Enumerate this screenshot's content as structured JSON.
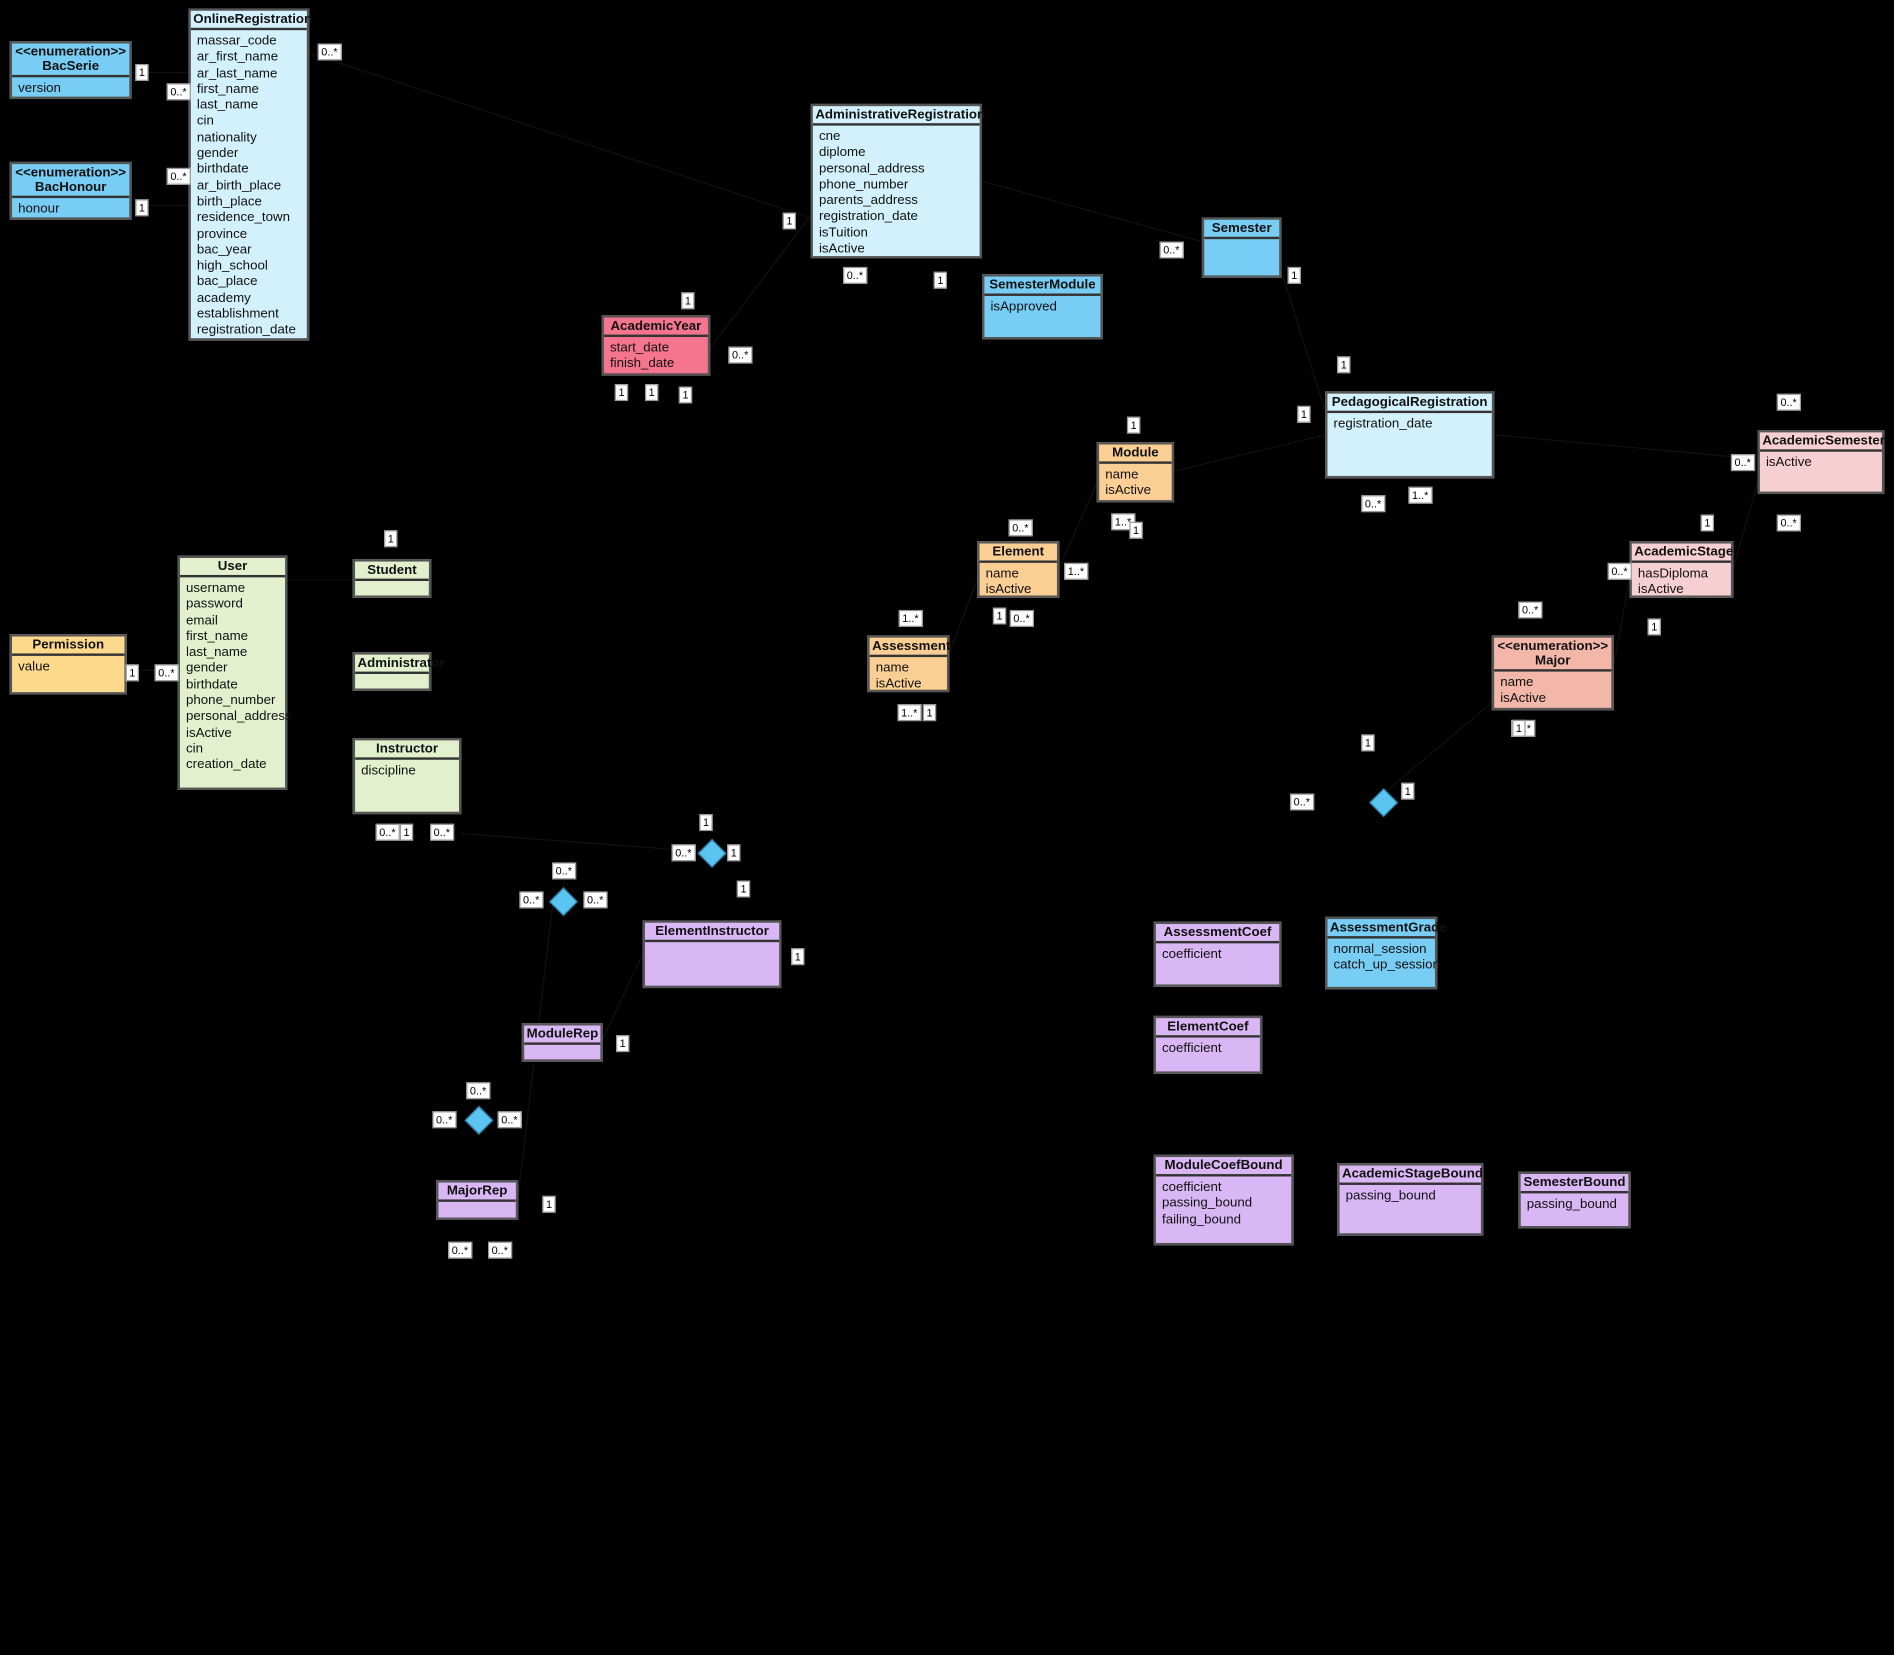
{
  "colors": {
    "blue": "#77cdf4",
    "lightblue": "#d3f1fd",
    "pink": "#f4758d",
    "orange": "#fbcf94",
    "salmon": "#f2b7a8",
    "lightpink": "#f6cfd2",
    "green": "#e3f0cd",
    "yellow": "#fdd98b",
    "purple": "#d9b7f5",
    "diamond": "#5bc4f0",
    "background": "#000000"
  },
  "classes": [
    {
      "key": "bacserie",
      "title": "<<enumeration>>\nBacSerie",
      "attributes": [
        "version"
      ]
    },
    {
      "key": "bachonour",
      "title": "<<enumeration>>\nBacHonour",
      "attributes": [
        "honour"
      ]
    },
    {
      "key": "onlinereg",
      "title": "OnlineRegistration",
      "attributes": [
        "massar_code",
        "ar_first_name",
        "ar_last_name",
        "first_name",
        "last_name",
        "cin",
        "nationality",
        "gender",
        "birthdate",
        "ar_birth_place",
        "birth_place",
        "residence_town",
        "province",
        "bac_year",
        "high_school",
        "bac_place",
        "academy",
        "establishment",
        "registration_date"
      ]
    },
    {
      "key": "academicyear",
      "title": "AcademicYear",
      "attributes": [
        "start_date",
        "finish_date"
      ]
    },
    {
      "key": "adminreg",
      "title": "AdministrativeRegistration",
      "attributes": [
        "cne",
        "diplome",
        "personal_address",
        "phone_number",
        "parents_address",
        "registration_date",
        "isTuition",
        "isActive"
      ]
    },
    {
      "key": "semestermodule",
      "title": "SemesterModule",
      "attributes": [
        "isApproved"
      ]
    },
    {
      "key": "semester",
      "title": "Semester",
      "attributes": []
    },
    {
      "key": "pedareg",
      "title": "PedagogicalRegistration",
      "attributes": [
        "registration_date"
      ]
    },
    {
      "key": "academicsemester",
      "title": "AcademicSemester",
      "attributes": [
        "isActive"
      ]
    },
    {
      "key": "module",
      "title": "Module",
      "attributes": [
        "name",
        "isActive"
      ]
    },
    {
      "key": "element",
      "title": "Element",
      "attributes": [
        "name",
        "isActive"
      ]
    },
    {
      "key": "assessment",
      "title": "Assessment",
      "attributes": [
        "name",
        "isActive"
      ]
    },
    {
      "key": "academicstage",
      "title": "AcademicStage",
      "attributes": [
        "hasDiploma",
        "isActive"
      ]
    },
    {
      "key": "major",
      "title": "<<enumeration>>\nMajor",
      "attributes": [
        "name",
        "isActive"
      ]
    },
    {
      "key": "user",
      "title": "User",
      "attributes": [
        "username",
        "password",
        "email",
        "first_name",
        "last_name",
        "gender",
        "birthdate",
        "phone_number",
        "personal_address",
        "isActive",
        "cin",
        "creation_date"
      ]
    },
    {
      "key": "permission",
      "title": "Permission",
      "attributes": [
        "value"
      ]
    },
    {
      "key": "student",
      "title": "Student",
      "attributes": []
    },
    {
      "key": "administrator",
      "title": "Administrator",
      "attributes": []
    },
    {
      "key": "instructor",
      "title": "Instructor",
      "attributes": [
        "discipline"
      ]
    },
    {
      "key": "elementinstructor",
      "title": "ElementInstructor",
      "attributes": []
    },
    {
      "key": "modulerep",
      "title": "ModuleRep",
      "attributes": []
    },
    {
      "key": "majorrep",
      "title": "MajorRep",
      "attributes": []
    },
    {
      "key": "assessmentcoef",
      "title": "AssessmentCoef",
      "attributes": [
        "coefficient"
      ]
    },
    {
      "key": "assessmentgrade",
      "title": "AssessmentGrade",
      "attributes": [
        "normal_session",
        "catch_up_session"
      ]
    },
    {
      "key": "elementcoef",
      "title": "ElementCoef",
      "attributes": [
        "coefficient"
      ]
    },
    {
      "key": "modulecoefbound",
      "title": "ModuleCoefBound",
      "attributes": [
        "coefficient",
        "passing_bound",
        "failing_bound"
      ]
    },
    {
      "key": "academicstagebound",
      "title": "AcademicStageBound",
      "attributes": [
        "passing_bound"
      ]
    },
    {
      "key": "semesterbound",
      "title": "SemesterBound",
      "attributes": [
        "passing_bound"
      ]
    }
  ],
  "multiplicities": [
    "1",
    "1",
    "0..*",
    "0..*",
    "0..*",
    "1",
    "1",
    "1",
    "1",
    "1",
    "0..*",
    "0..*",
    "1",
    "1",
    "0..*",
    "1",
    "1",
    "0..*",
    "1..*",
    "0..*",
    "0..*",
    "1",
    "0..*",
    "1",
    "1..*",
    "1",
    "0..*",
    "1..*",
    "1..*",
    "1",
    "0..*",
    "1..*",
    "1",
    "0..*",
    "1",
    "0..*",
    "1..*",
    "1",
    "0..*",
    "1",
    "0..*",
    "1",
    "0..*",
    "0..*",
    "1",
    "1",
    "1",
    "1",
    "0..*",
    "0..*",
    "0..*",
    "1",
    "0..*",
    "0..*",
    "0..*",
    "1",
    "0..*",
    "0..*",
    "0..*",
    "1",
    "1",
    "1",
    "0..*",
    "0..*",
    "0..*",
    "1",
    "1",
    "0..*",
    "0..*",
    "1",
    "1",
    "1"
  ]
}
